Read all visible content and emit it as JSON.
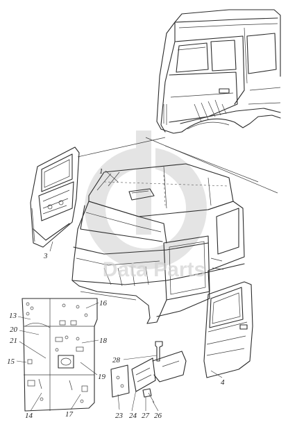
{
  "watermark": {
    "text": "Data Parts",
    "color": "#c9c9c9"
  },
  "callouts": {
    "c1": "1",
    "c3": "3",
    "c4": "4",
    "c13": "13",
    "c14": "14",
    "c15": "15",
    "c16": "16",
    "c17": "17",
    "c18": "18",
    "c19": "19",
    "c20": "20",
    "c21": "21",
    "c23": "23",
    "c24": "24",
    "c26": "26",
    "c27": "27",
    "c28": "28"
  },
  "icons": {
    "watermark_logo": "data-parts-logo-icon"
  }
}
